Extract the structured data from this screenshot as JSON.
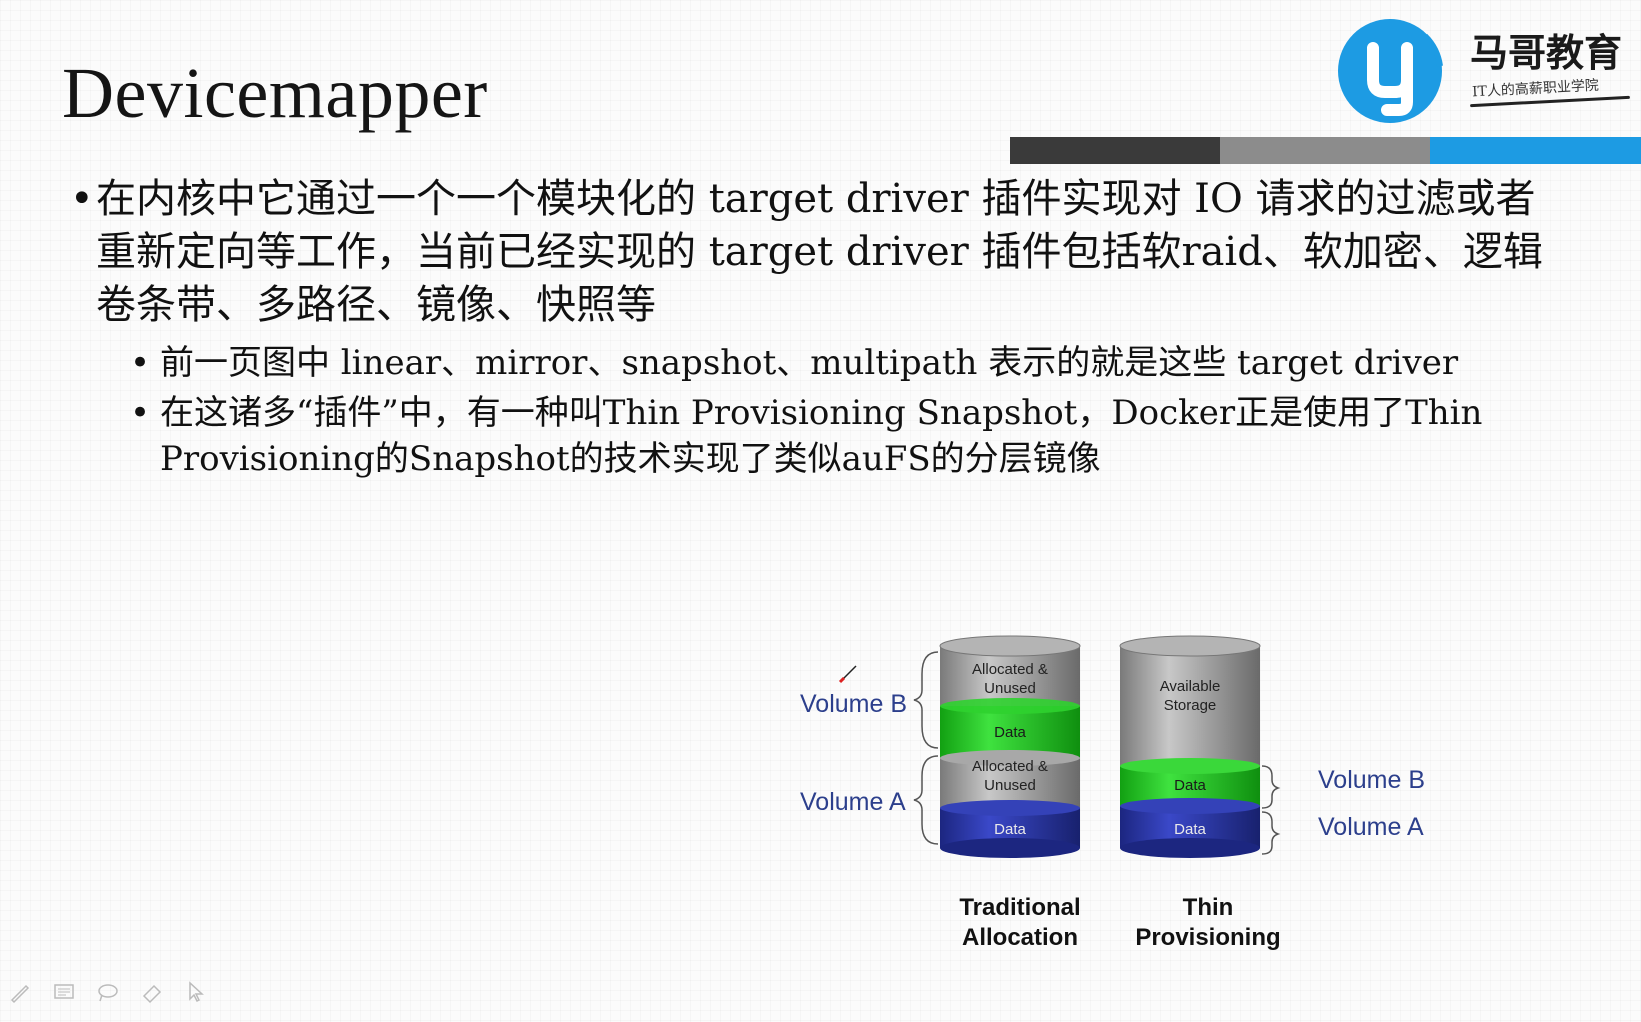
{
  "slide": {
    "title": "Devicemapper"
  },
  "logo": {
    "name": "马哥教育",
    "tagline": "IT人的高薪职业学院",
    "icon": "logo-icon",
    "accent": "#1d9be3"
  },
  "bullets": {
    "main": "在内核中它通过一个一个模块化的 target driver 插件实现对 IO 请求的过滤或者重新定向等工作，当前已经实现的 target driver 插件包括软raid、软加密、逻辑卷条带、多路径、镜像、快照等",
    "sub": [
      "前一页图中 linear、mirror、snapshot、multipath 表示的就是这些 target driver",
      "在这诸多“插件”中，有一种叫Thin Provisioning Snapshot，Docker正是使用了Thin Provisioning的Snapshot的技术实现了类似auFS的分层镜像"
    ]
  },
  "diagram": {
    "traditional": {
      "caption": "Traditional Allocation",
      "segments": [
        "Allocated & Unused",
        "Data",
        "Allocated & Unused",
        "Data"
      ],
      "volume_b": "Volume B",
      "volume_a": "Volume A"
    },
    "thin": {
      "caption": "Thin Provisioning",
      "segments": [
        "Available Storage",
        "Data",
        "Data"
      ],
      "volume_b": "Volume B",
      "volume_a": "Volume A"
    },
    "colors": {
      "gray": "#9a9a9a",
      "green": "#1fc21f",
      "blue": "#2a36a8",
      "label": "#2c3f8c"
    }
  },
  "toolbar": {
    "tools": [
      "pen-icon",
      "screen-icon",
      "lasso-icon",
      "eraser-icon",
      "pointer-icon"
    ]
  }
}
